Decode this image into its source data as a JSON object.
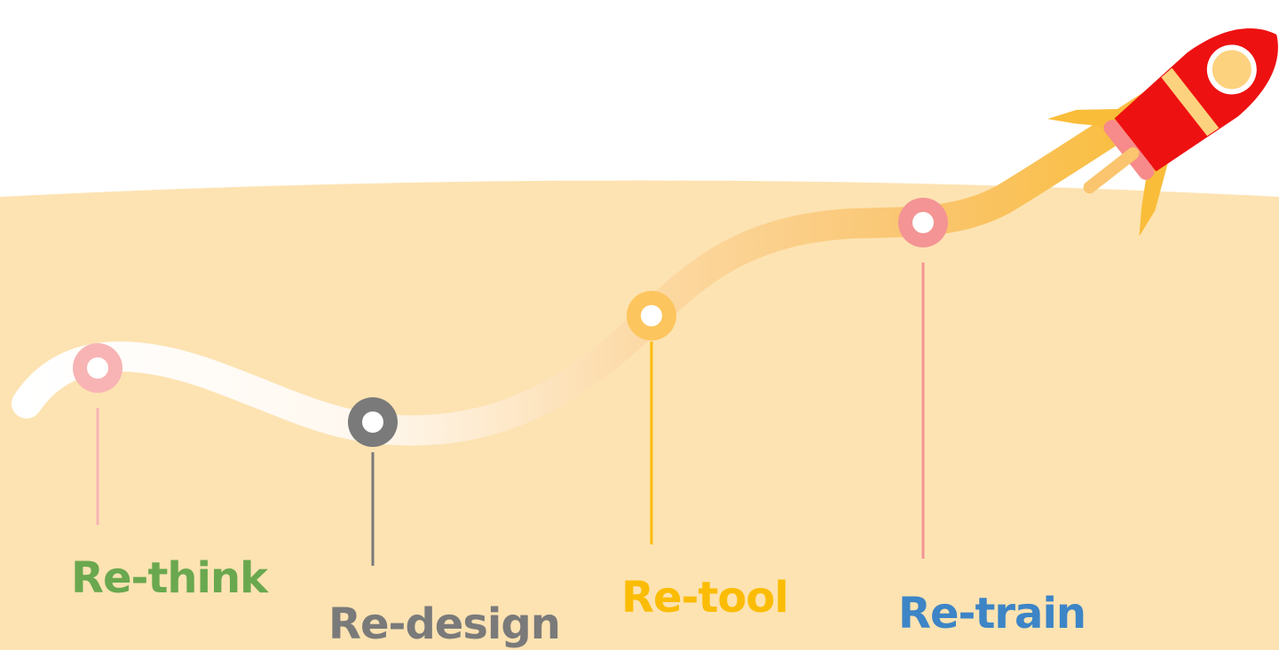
{
  "colors": {
    "sky": "#ffffff",
    "ground": "#fde3b2",
    "trail_start": "#ffffff",
    "trail_end": "#f9bd3a",
    "rocket_body": "#ee1111",
    "rocket_accent": "#fdd27f",
    "rocket_fin": "#f9bd3a",
    "rocket_ring": "#f78a8a"
  },
  "milestones": [
    {
      "label": "Re-think",
      "label_color": "#6aa84f",
      "marker_color": "#f8b4b4",
      "stem_color": "#f8b4b4"
    },
    {
      "label": "Re-design",
      "label_color": "#7a7a7a",
      "marker_color": "#7a7a7a",
      "stem_color": "#7a7a7a"
    },
    {
      "label": "Re-tool",
      "label_color": "#fbbc05",
      "marker_color": "#fdc55e",
      "stem_color": "#fbbc05"
    },
    {
      "label": "Re-train",
      "label_color": "#3d85c6",
      "marker_color": "#f49494",
      "stem_color": "#f49494"
    }
  ],
  "icons": {
    "rocket": "rocket-icon"
  }
}
